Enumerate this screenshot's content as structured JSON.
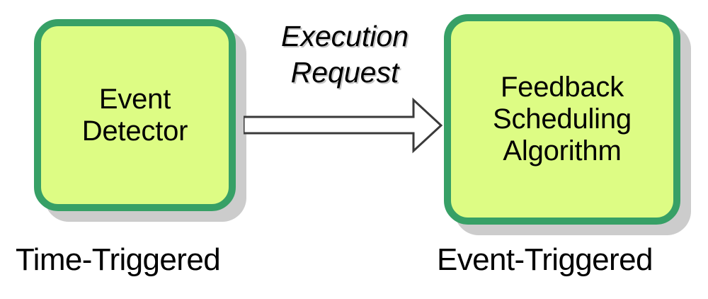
{
  "diagram": {
    "type": "block-diagram",
    "background_color": "#ffffff",
    "nodes": [
      {
        "id": "event-detector",
        "label": "Event\nDetector",
        "caption": "Time-Triggered",
        "fill_color": "#ddfc84",
        "border_color": "#37a066",
        "shadow_color": "#cccccc"
      },
      {
        "id": "feedback-scheduling-algorithm",
        "label": "Feedback\nScheduling\nAlgorithm",
        "caption": "Event-Triggered",
        "fill_color": "#ddfc84",
        "border_color": "#37a066",
        "shadow_color": "#cccccc"
      }
    ],
    "edges": [
      {
        "id": "execution-request",
        "from": "event-detector",
        "to": "feedback-scheduling-algorithm",
        "label": "Execution\nRequest",
        "style": "hollow-block-arrow",
        "stroke_color": "#3a3a3a",
        "fill_color": "#ffffff",
        "direction": "right"
      }
    ],
    "captions": {
      "left": "Time-Triggered",
      "right": "Event-Triggered"
    }
  }
}
